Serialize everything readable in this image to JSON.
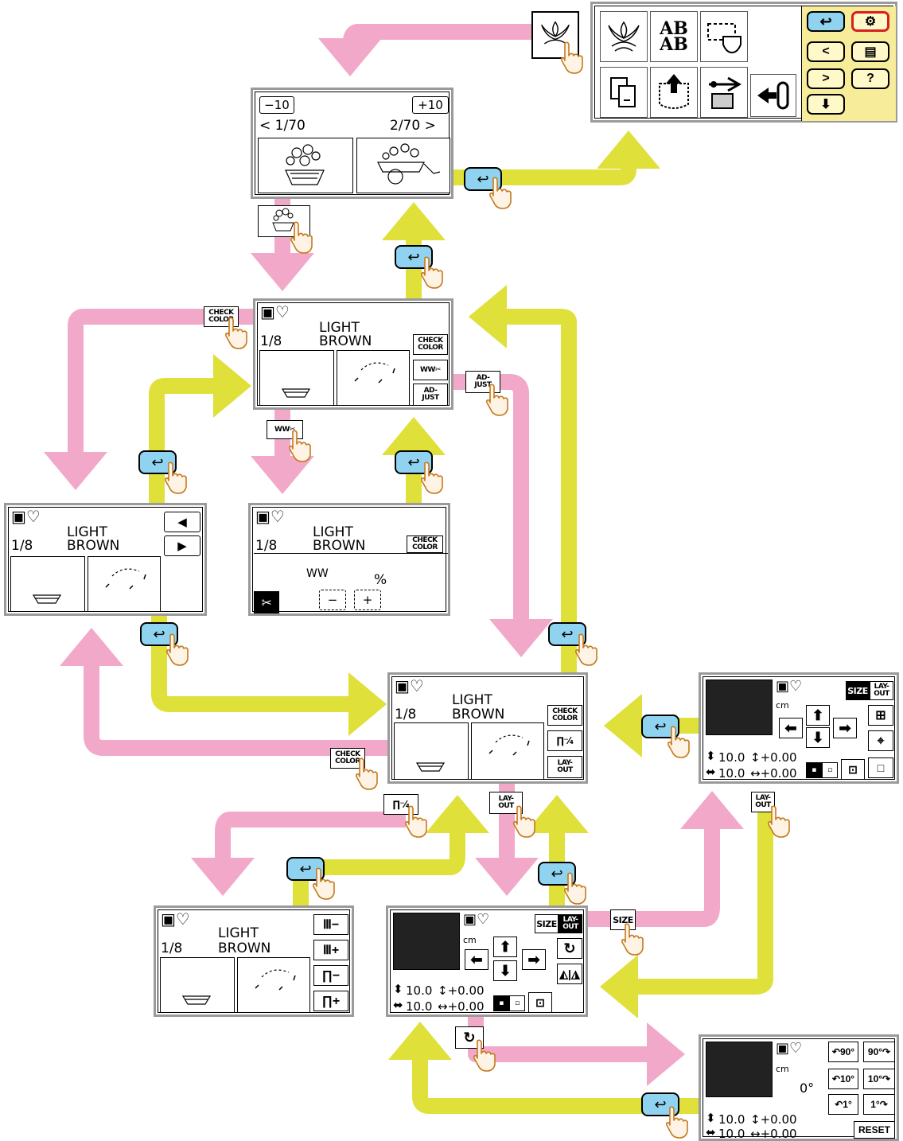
{
  "colors": {
    "pink_flow": "#f2a9c9",
    "yellow_flow": "#dfe03a",
    "back_button": "#8fd3f0",
    "menu_panel": "#f7ec9a",
    "highlight": "#d62020"
  },
  "top_menu": {
    "ab_label": "AB\nAB"
  },
  "pattern_list": {
    "minus_label": "−10",
    "plus_label": "+10",
    "page_left": "< 1/70",
    "page_right": "2/70 >"
  },
  "thread": {
    "count": "1/8",
    "line1": "LIGHT",
    "line2": "BROWN"
  },
  "buttons": {
    "check_color": "CHECK\nCOLOR",
    "adjust": "AD-\nJUST",
    "layout": "LAY-\nOUT",
    "size": "SIZE",
    "reset": "RESET",
    "minus": "−",
    "plus": "+"
  },
  "trim": {
    "percent": "%"
  },
  "layout_screen": {
    "unit": "cm",
    "height_val": "10.0",
    "width_val": "10.0",
    "v_offset": "↕+0.00",
    "h_offset": "↔+0.00"
  },
  "rotate_screen": {
    "angle": "0°",
    "rot_btns": [
      "↶90°",
      "90°↷",
      "↶10°",
      "10°↷",
      "↶1°",
      "1°↷"
    ]
  },
  "icons": [
    "back-icon",
    "embroidery-pattern-icon",
    "character-icon",
    "frame-pattern-icon",
    "copy-icon",
    "pocket-icon",
    "usb-icon",
    "exit-icon",
    "needle-icon",
    "scissors-icon",
    "rotate-icon",
    "mirror-icon",
    "arrow-up-icon",
    "arrow-down-icon",
    "arrow-left-icon",
    "arrow-right-icon",
    "center-icon",
    "trial-icon",
    "hand-cursor-icon"
  ]
}
